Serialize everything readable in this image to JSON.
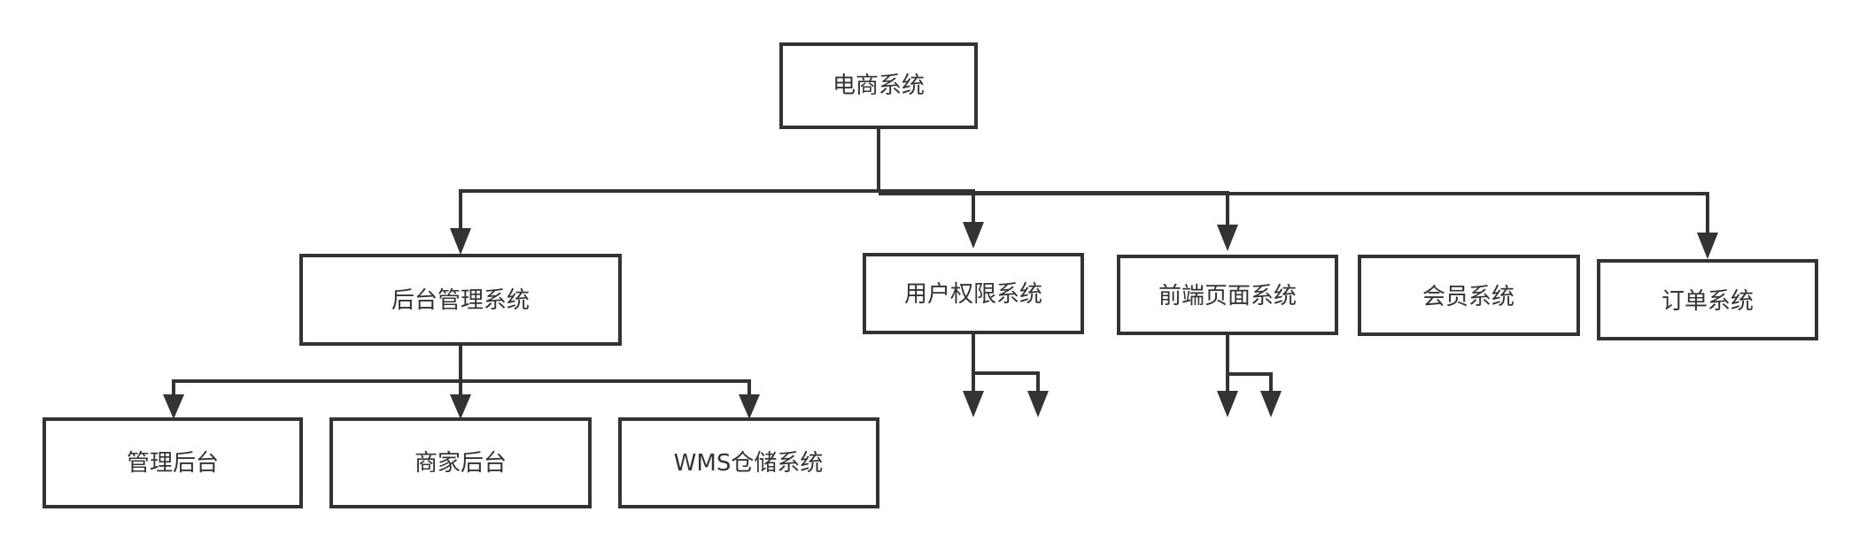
{
  "diagram": {
    "type": "tree",
    "line_color": "#333333",
    "root": {
      "label": "电商系统"
    },
    "level1": [
      {
        "label": "后台管理系统"
      },
      {
        "label": "用户权限系统"
      },
      {
        "label": "前端页面系统"
      },
      {
        "label": "会员系统"
      },
      {
        "label": "订单系统"
      }
    ],
    "backend_children": [
      {
        "label": "管理后台"
      },
      {
        "label": "商家后台"
      },
      {
        "label": "WMS仓储系统"
      }
    ]
  }
}
